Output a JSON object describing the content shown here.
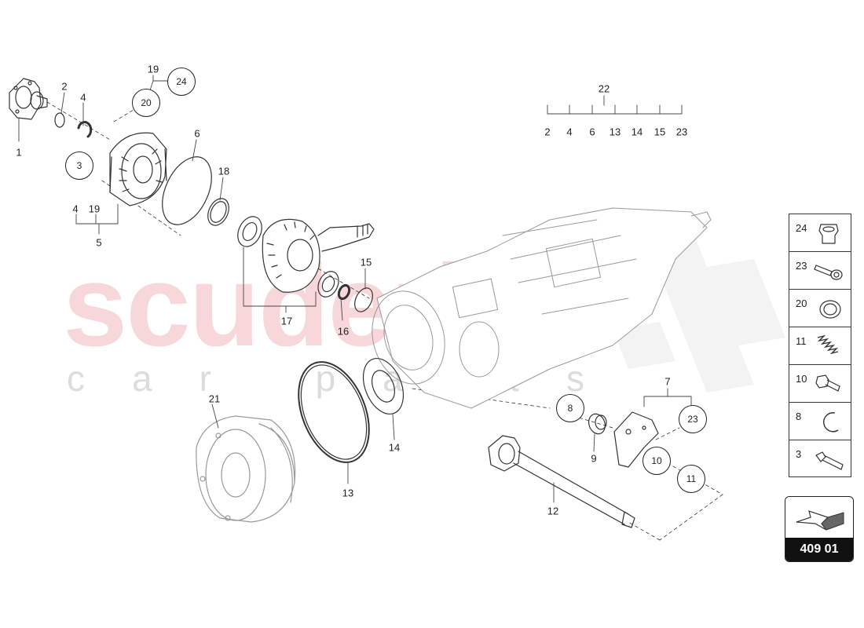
{
  "watermark": {
    "brand": "scuderia",
    "sub": "car parts"
  },
  "callouts": {
    "c1": "1",
    "c2": "2",
    "c4a": "4",
    "c3": "3",
    "c19top": "19",
    "c20": "20",
    "c24": "24",
    "c4b": "4",
    "c19b": "19",
    "c5": "5",
    "c6": "6",
    "c18": "18",
    "c15": "15",
    "c17": "17",
    "c16": "16",
    "c22": "22",
    "c21": "21",
    "c13": "13",
    "c14": "14",
    "c8": "8",
    "c9": "9",
    "c7": "7",
    "c23": "23",
    "c10": "10",
    "c11": "11",
    "c12": "12"
  },
  "kit_22_items": [
    "2",
    "4",
    "6",
    "13",
    "14",
    "15",
    "23"
  ],
  "legend": [
    {
      "num": "24",
      "icon": "plug-icon"
    },
    {
      "num": "23",
      "icon": "bolt-washer-icon"
    },
    {
      "num": "20",
      "icon": "washer-icon"
    },
    {
      "num": "11",
      "icon": "spring-icon"
    },
    {
      "num": "10",
      "icon": "short-bolt-icon"
    },
    {
      "num": "8",
      "icon": "circlip-icon"
    },
    {
      "num": "3",
      "icon": "bolt-icon"
    }
  ],
  "page_ref": {
    "number": "409 01",
    "icon": "direction-arrow-icon"
  }
}
